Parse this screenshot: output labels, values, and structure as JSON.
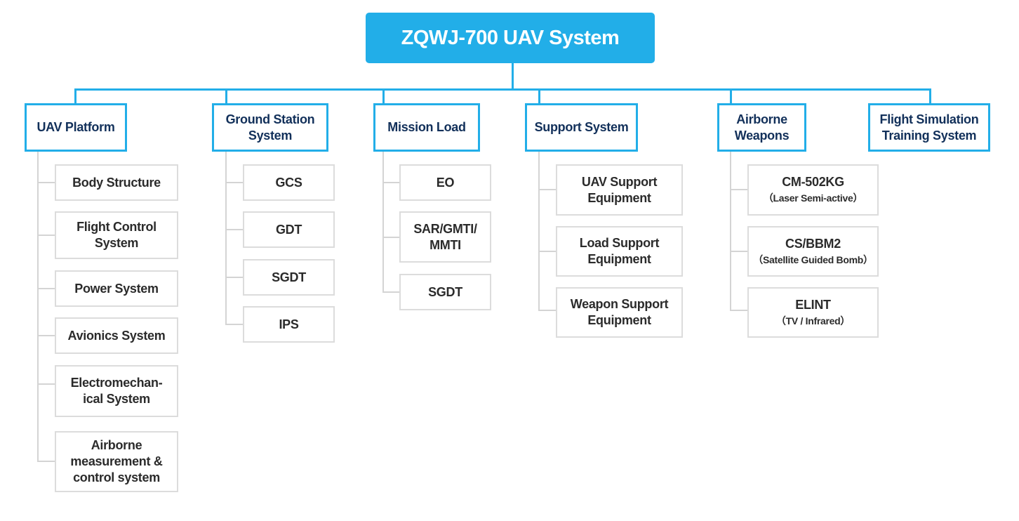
{
  "title": "ZQWJ-700 UAV System",
  "colors": {
    "accent": "#22AEE8",
    "category_text": "#12305A",
    "item_text": "#2B2B2B",
    "item_border": "#DCDCDC",
    "connector_gray": "#D4D4D4"
  },
  "categories": [
    {
      "label": "UAV Platform",
      "children": [
        {
          "label": "Body Structure"
        },
        {
          "label": "Flight Control\nSystem"
        },
        {
          "label": "Power System"
        },
        {
          "label": "Avionics System"
        },
        {
          "label": "Electromechan-\nical System"
        },
        {
          "label": "Airborne\nmeasurement &\ncontrol system"
        }
      ]
    },
    {
      "label": "Ground Station\nSystem",
      "children": [
        {
          "label": "GCS"
        },
        {
          "label": "GDT"
        },
        {
          "label": "SGDT"
        },
        {
          "label": "IPS"
        }
      ]
    },
    {
      "label": "Mission Load",
      "children": [
        {
          "label": "EO"
        },
        {
          "label": "SAR/GMTI/\nMMTI"
        },
        {
          "label": "SGDT"
        }
      ]
    },
    {
      "label": "Support System",
      "children": [
        {
          "label": "UAV Support\nEquipment"
        },
        {
          "label": "Load Support\nEquipment"
        },
        {
          "label": "Weapon Support\nEquipment"
        }
      ]
    },
    {
      "label": "Airborne\nWeapons",
      "children": [
        {
          "label": "CM-502KG",
          "sub": "（Laser Semi-active）"
        },
        {
          "label": "CS/BBM2",
          "sub": "（Satellite Guided Bomb）"
        },
        {
          "label": "ELINT",
          "sub": "（TV / Infrared）"
        }
      ]
    },
    {
      "label": "Flight Simulation\nTraining System",
      "children": []
    }
  ]
}
